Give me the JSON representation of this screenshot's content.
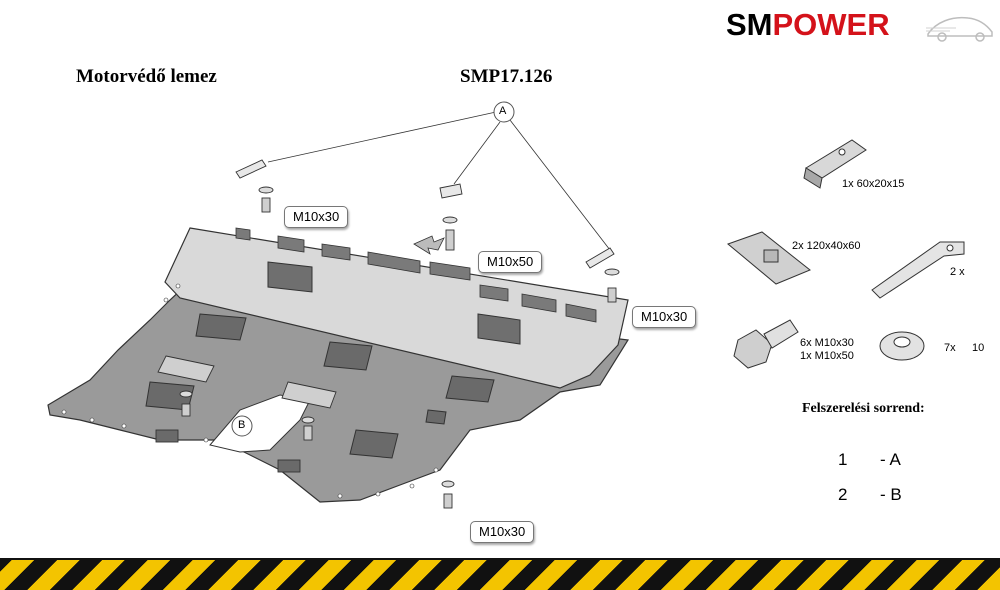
{
  "brand": {
    "sm": "SM",
    "power": "POWER",
    "sm_color": "#000000",
    "power_color": "#d4121a"
  },
  "title": "Motorvédő lemez",
  "part_number": "SMP17.126",
  "markers": {
    "a": "A",
    "b": "B"
  },
  "callouts": {
    "bolt_left": "M10x30",
    "bolt_center": "M10x50",
    "bolt_right": "M10x30",
    "bolt_bottom": "M10x30"
  },
  "hardware": {
    "bracket": "1x    60x20x15",
    "plate": "2x 120x40x60",
    "tab_strip": "2 x",
    "bolts_line1": "6x M10x30",
    "bolts_line2": "1x M10x50",
    "washer_qty": "7x",
    "washer_size": "10"
  },
  "sequence": {
    "title": "Felszerelési sorrend:",
    "steps": [
      {
        "num": "1",
        "val": "- A"
      },
      {
        "num": "2",
        "val": "- B"
      }
    ]
  },
  "colors": {
    "stripe_yellow": "#f3c400",
    "stripe_black": "#111111",
    "plate_fill": "#9a9a9a",
    "flange_fill": "#d9d9d9"
  }
}
